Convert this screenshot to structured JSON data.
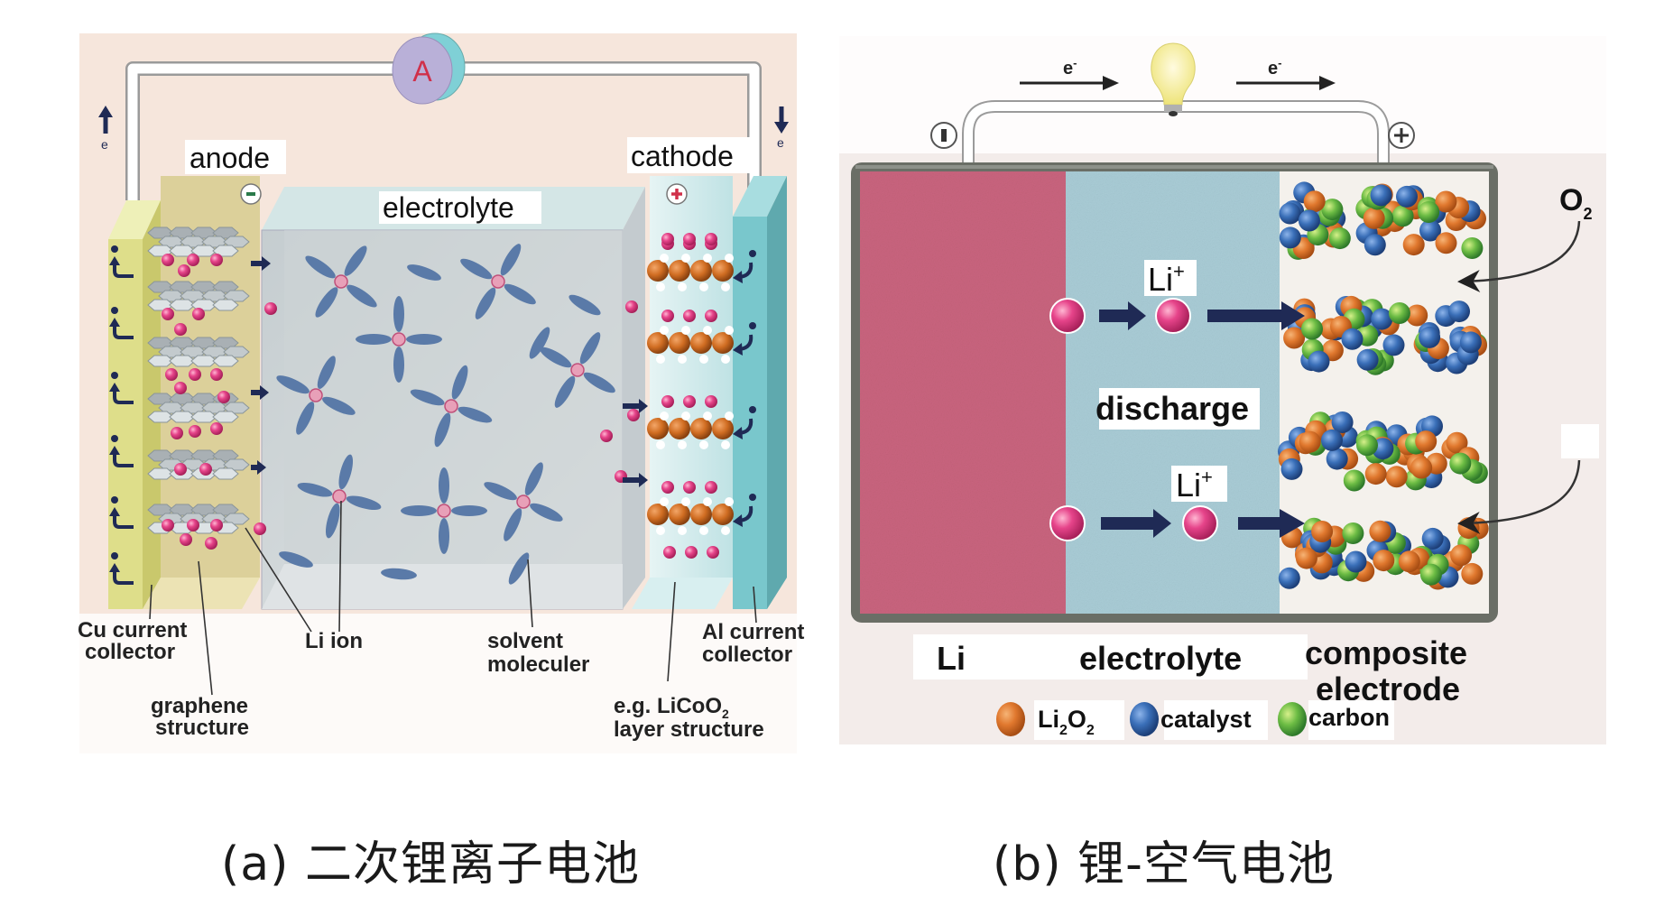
{
  "panel_a": {
    "caption": "(a) 二次锂离子电池",
    "ammeter_label": "A",
    "electron_label": "e",
    "anode_label": "anode",
    "cathode_label": "cathode",
    "electrolyte_label": "electrolyte",
    "anode_sign": "−",
    "cathode_sign": "+",
    "callouts": {
      "cu_collector": [
        "Cu current",
        "collector"
      ],
      "graphene": [
        "graphene",
        "structure"
      ],
      "li_ion": [
        "Li ion"
      ],
      "solvent": [
        "solvent",
        "moleculer"
      ],
      "licoo2": [
        "e.g. LiCoO",
        "2",
        "layer structure"
      ],
      "al_collector": [
        "Al current",
        "collector"
      ]
    },
    "colors": {
      "background": "#f6e6dc",
      "cu_collector": "#dede8a",
      "anode": "#dcd09a",
      "electrolyte": "#cfd6d8",
      "cathode": "#d6eef0",
      "al_collector": "#79c7cc",
      "li_ion": "#e0407a",
      "solvent": "#5a7aa8",
      "cobalt": "#d87a2a",
      "ammeter": "#b9b0d8"
    }
  },
  "panel_b": {
    "caption": "(b) 锂-空气电池",
    "electron_label": "e",
    "electron_sup": "-",
    "negative_sign": "−",
    "positive_sign": "+",
    "li_plus_label": "Li",
    "li_plus_sup": "+",
    "discharge_label": "discharge",
    "o2_label": "O",
    "o2_sub": "2",
    "region_labels": {
      "li": "Li",
      "electrolyte": "electrolyte",
      "composite_1": "composite",
      "composite_2": "electrode"
    },
    "legend": [
      {
        "label": "Li",
        "sub1": "2",
        "mid": "O",
        "sub2": "2",
        "color": "#e0782e",
        "name": "li2o2"
      },
      {
        "label": "catalyst",
        "color": "#3a6fb8",
        "name": "catalyst"
      },
      {
        "label": "carbon",
        "color": "#5cb84a",
        "name": "carbon"
      }
    ],
    "colors": {
      "background": "#f3ecea",
      "li_region": "#c9647e",
      "electrolyte_region": "#a9ccd6",
      "composite_region": "#f4f1ec",
      "case": "#6a6e66",
      "arrow": "#1f2a55",
      "bulb": "#f4ee8c"
    }
  }
}
